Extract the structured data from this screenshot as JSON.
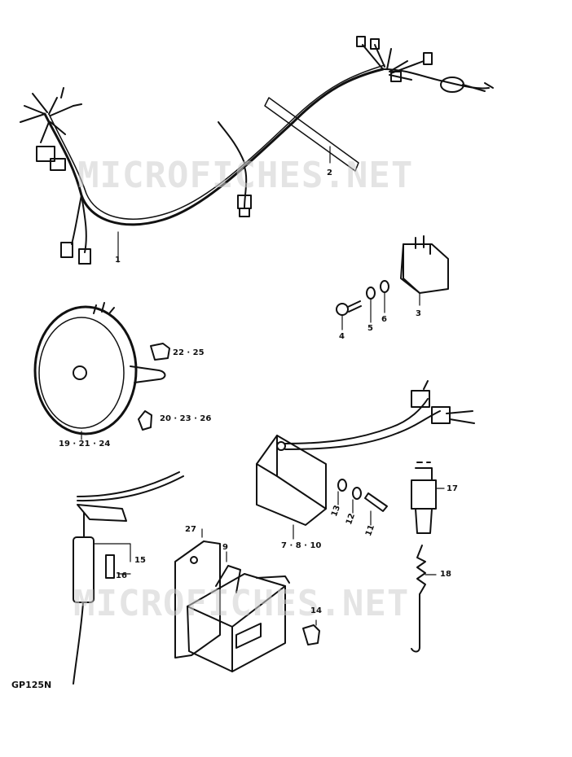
{
  "watermark_text": "MICROFICHES.NET",
  "model_code": "GP125N",
  "callouts": {
    "c1": "1",
    "c2": "2",
    "c3": "3",
    "c4": "4",
    "c5": "5",
    "c6": "6",
    "c9": "9",
    "c11": "11",
    "c12": "12",
    "c13": "13",
    "c14": "14",
    "c15": "15",
    "c16": "16",
    "c17": "17",
    "c18": "18",
    "c19_21_24": "19 · 21 · 24",
    "c20_23_26": "20 · 23 · 26",
    "c22_25": "22 · 25",
    "c27": "27",
    "c7_8_10": "7 · 8 · 10"
  }
}
